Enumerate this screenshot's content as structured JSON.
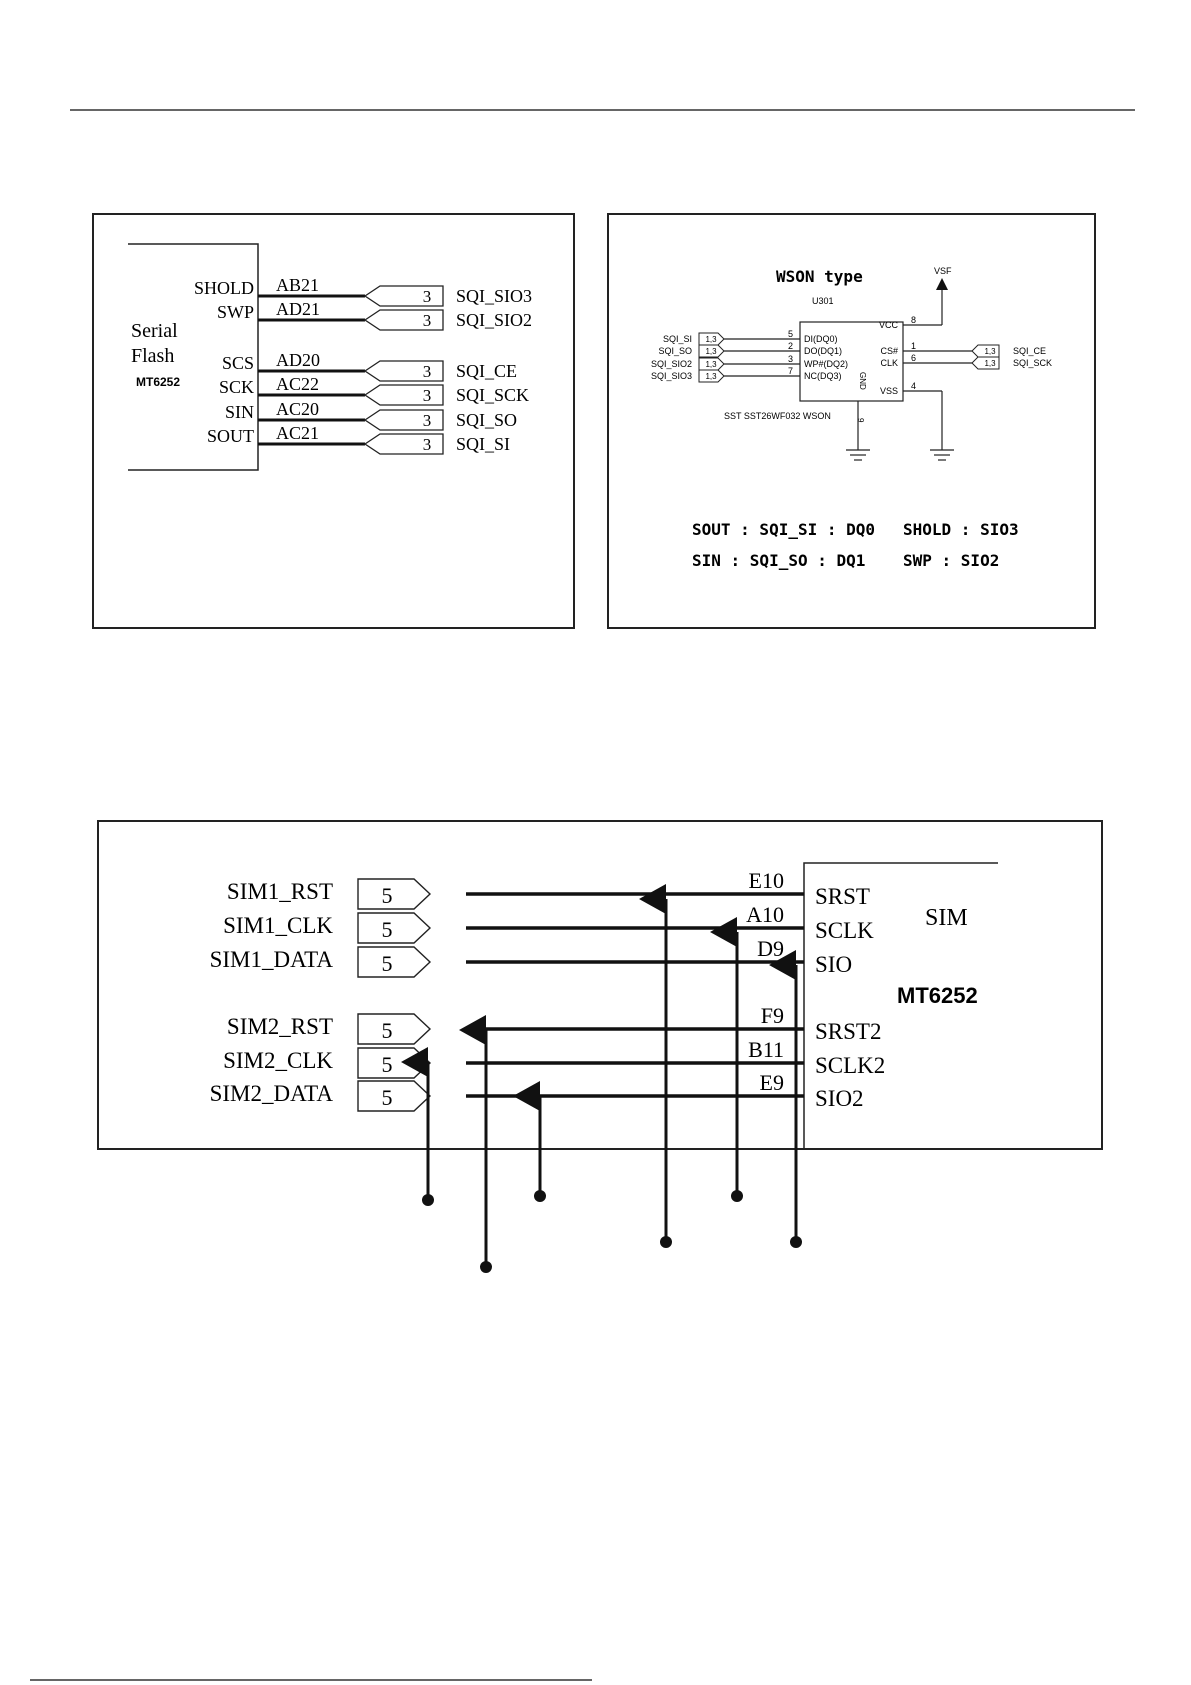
{
  "flash_panel": {
    "chip_label_1": "Serial",
    "chip_label_2": "Flash",
    "chip_part": "MT6252",
    "pins": [
      {
        "pin": "SHOLD",
        "ball": "AB21",
        "page": "3",
        "net": "SQI_SIO3"
      },
      {
        "pin": "SWP",
        "ball": "AD21",
        "page": "3",
        "net": "SQI_SIO2"
      },
      {
        "pin": "SCS",
        "ball": "AD20",
        "page": "3",
        "net": "SQI_CE"
      },
      {
        "pin": "SCK",
        "ball": "AC22",
        "page": "3",
        "net": "SQI_SCK"
      },
      {
        "pin": "SIN",
        "ball": "AC20",
        "page": "3",
        "net": "SQI_SO"
      },
      {
        "pin": "SOUT",
        "ball": "AC21",
        "page": "3",
        "net": "SQI_SI"
      }
    ]
  },
  "wson_panel": {
    "title": "WSON type",
    "ref": "U301",
    "part": "SST SST26WF032 WSON",
    "power_net": "VSF",
    "left_pins": [
      {
        "net": "SQI_SI",
        "ref": "1,3",
        "num": "5",
        "name": "DI(DQ0)"
      },
      {
        "net": "SQI_SO",
        "ref": "1,3",
        "num": "2",
        "name": "DO(DQ1)"
      },
      {
        "net": "SQI_SIO2",
        "ref": "1,3",
        "num": "3",
        "name": "WP#(DQ2)"
      },
      {
        "net": "SQI_SIO3",
        "ref": "1,3",
        "num": "7",
        "name": "NC(DQ3)"
      }
    ],
    "right_pins": [
      {
        "name": "VCC",
        "num": "8"
      },
      {
        "name": "CS#",
        "num": "1",
        "ref": "1,3",
        "net": "SQI_CE"
      },
      {
        "name": "CLK",
        "num": "6",
        "ref": "1,3",
        "net": "SQI_SCK"
      },
      {
        "name": "VSS",
        "num": "4"
      }
    ],
    "gnd_label": "GND",
    "gnd_num": "9",
    "mapping": [
      "SOUT : SQI_SI : DQ0",
      "SHOLD : SIO3",
      "SIN : SQI_SO : DQ1",
      "SWP : SIO2"
    ]
  },
  "sim_panel": {
    "chip_label": "SIM",
    "chip_part": "MT6252",
    "rows": [
      {
        "net": "SIM1_RST",
        "page": "5",
        "ball": "E10",
        "pin": "SRST"
      },
      {
        "net": "SIM1_CLK",
        "page": "5",
        "ball": "A10",
        "pin": "SCLK"
      },
      {
        "net": "SIM1_DATA",
        "page": "5",
        "ball": "D9",
        "pin": "SIO"
      },
      {
        "net": "SIM2_RST",
        "page": "5",
        "ball": "F9",
        "pin": "SRST2"
      },
      {
        "net": "SIM2_CLK",
        "page": "5",
        "ball": "B11",
        "pin": "SCLK2"
      },
      {
        "net": "SIM2_DATA",
        "page": "5",
        "ball": "E9",
        "pin": "SIO2"
      }
    ]
  }
}
